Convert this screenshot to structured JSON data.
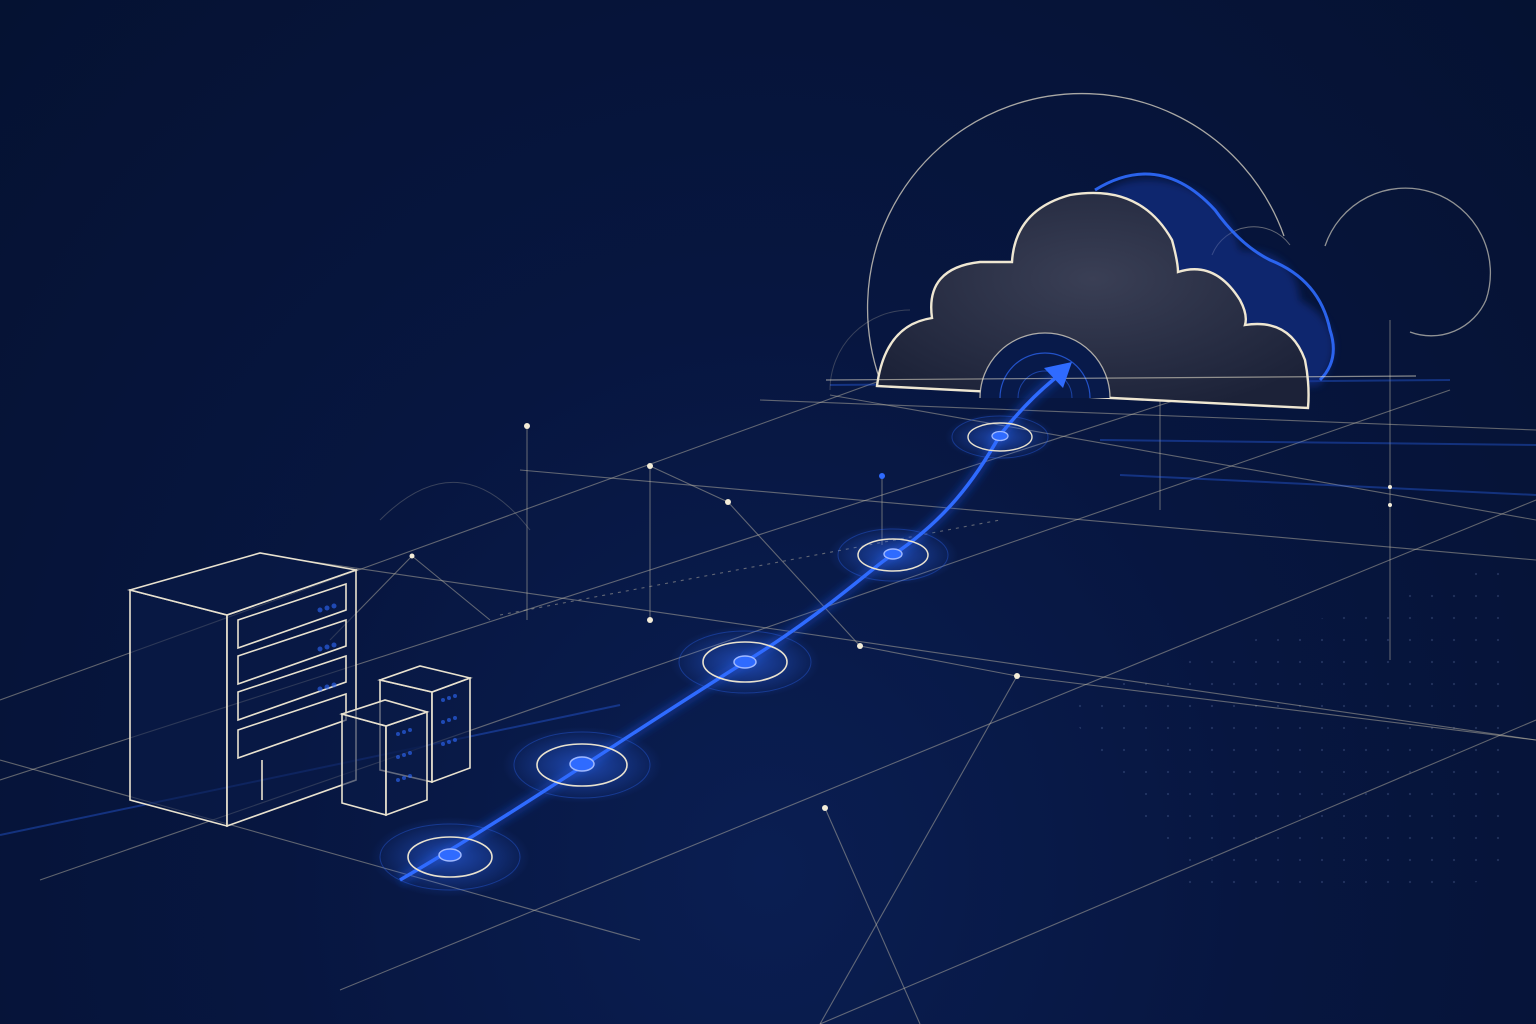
{
  "scene": {
    "source": "on-premises-servers",
    "destination": "cloud",
    "connection": "migration-path",
    "path_stops": 5,
    "direction": "upward-right-arrow"
  },
  "colors": {
    "background": "#06143a",
    "grid_line": "#cfc6ae",
    "accent": "#2f6bff",
    "accent_glow": "#1d4ed8",
    "node_ring": "#e9e2cf",
    "cloud_fill": "#2a2f45",
    "cloud_outline": "#efe7d2"
  },
  "icons": {
    "server": "server-rack-icon",
    "cloud": "cloud-icon",
    "arrow": "arrow-head-icon"
  }
}
